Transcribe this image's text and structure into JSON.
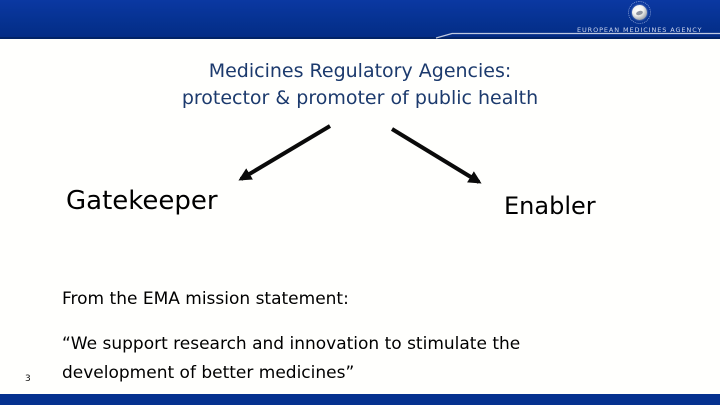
{
  "header": {
    "logo_text": "EUROPEAN MEDICINES AGENCY"
  },
  "slide": {
    "title_line1": "Medicines Regulatory Agencies:",
    "title_line2": "protector & promoter of public health",
    "left_label": "Gatekeeper",
    "right_label": "Enabler",
    "mission_intro": "From the EMA mission statement:",
    "quote_line1": "“We support research and innovation to stimulate the",
    "quote_line2": "development of better medicines”",
    "page_number": "3"
  },
  "colors": {
    "banner_blue": "#05318f",
    "banner_blue_light": "#0b38a2",
    "banner_edge": "#022366",
    "title_navy": "#1c3a6d",
    "text_black": "#000000",
    "logo_text_color": "#ccd6ee",
    "arrow_black": "#0a0a0a",
    "swoosh_white": "#ffffff"
  }
}
